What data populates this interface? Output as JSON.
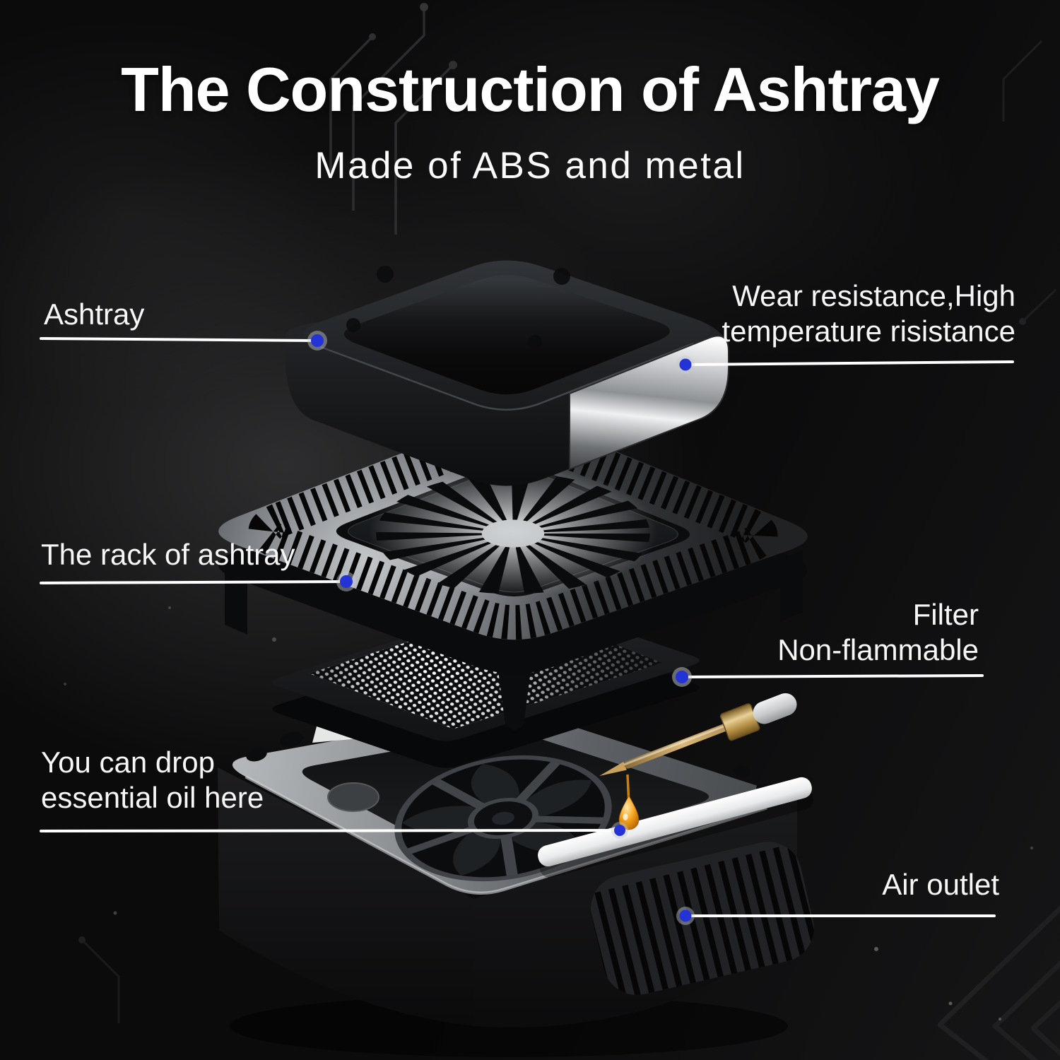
{
  "title": "The Construction of Ashtray",
  "subtitle": "Made of ABS and metal",
  "callouts": {
    "ashtray": {
      "label": "Ashtray"
    },
    "wear_resistance": {
      "line1": "Wear resistance,High",
      "line2": "temperature risistance"
    },
    "rack": {
      "label": "The rack of ashtray"
    },
    "filter": {
      "line1": "Filter",
      "line2": "Non-flammable"
    },
    "essential_oil": {
      "line1": "You can drop",
      "line2": "essential oil here"
    },
    "air_outlet": {
      "label": "Air outlet"
    }
  },
  "colors": {
    "callout_dot_blue": "#2433d6",
    "callout_line_white": "#ffffff",
    "oil_drop_orange": "#f29b1d",
    "metal_band_silver": "#d9dadc",
    "background": "#0b0b0c"
  }
}
